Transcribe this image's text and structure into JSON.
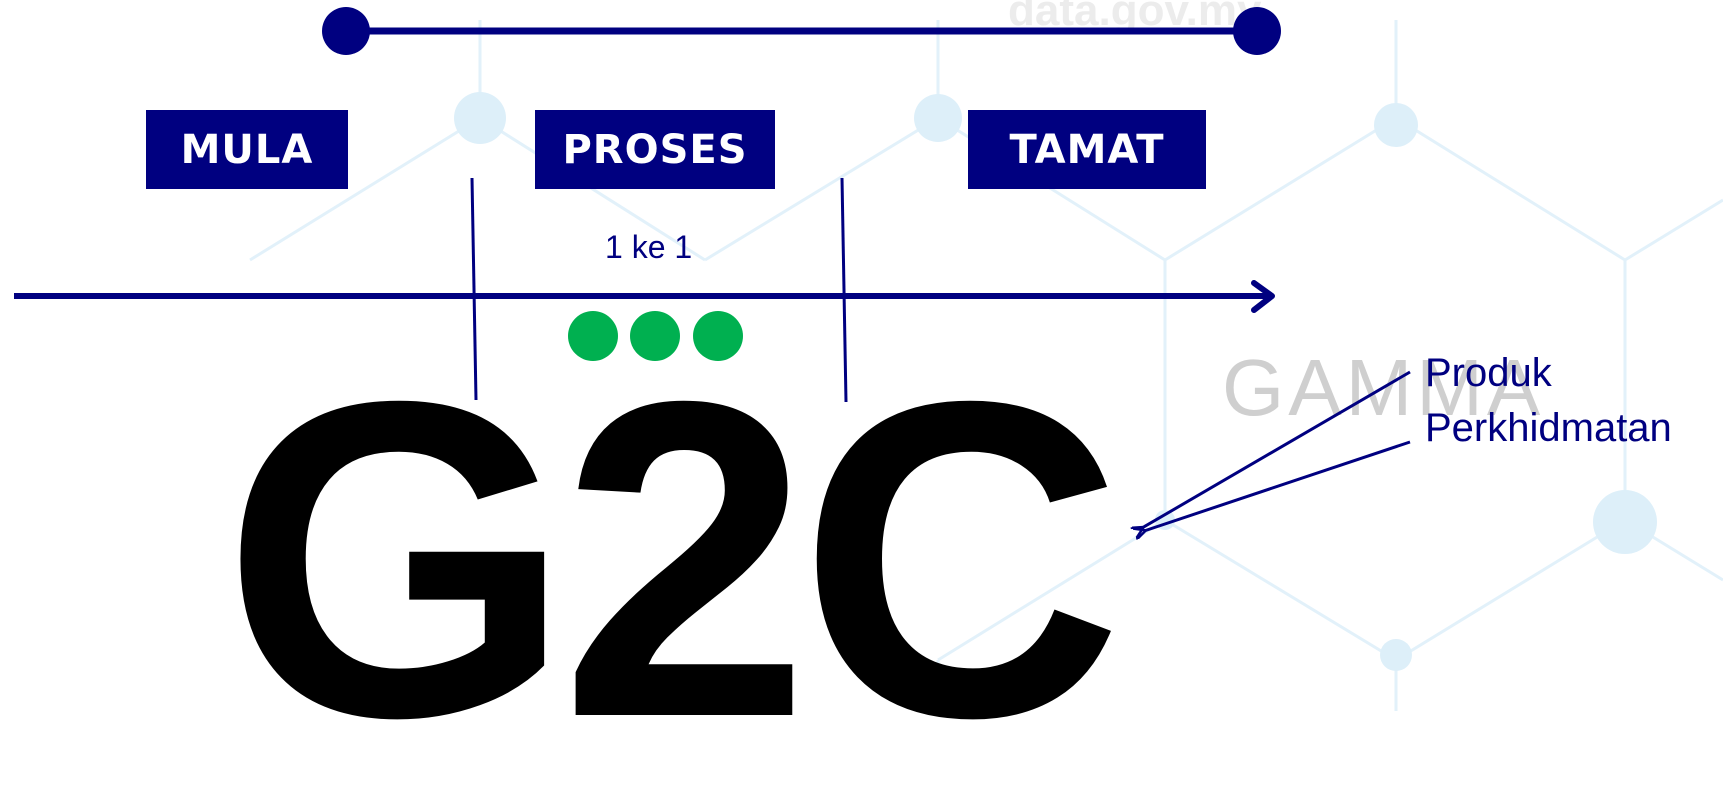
{
  "timeline": {
    "start_label": "MULA",
    "process_label": "PROSES",
    "end_label": "TAMAT"
  },
  "flow": {
    "label": "1 ke 1",
    "dots": 3
  },
  "title": "G2C",
  "annotation": {
    "line1": "Produk",
    "line2": "Perkhidmatan"
  },
  "watermarks": {
    "site": "data.gov.my",
    "logo": "GAMMA"
  },
  "colors": {
    "navy": "#000080",
    "green": "#00b050",
    "black": "#000000",
    "hex_pattern": "#d9eef9"
  }
}
